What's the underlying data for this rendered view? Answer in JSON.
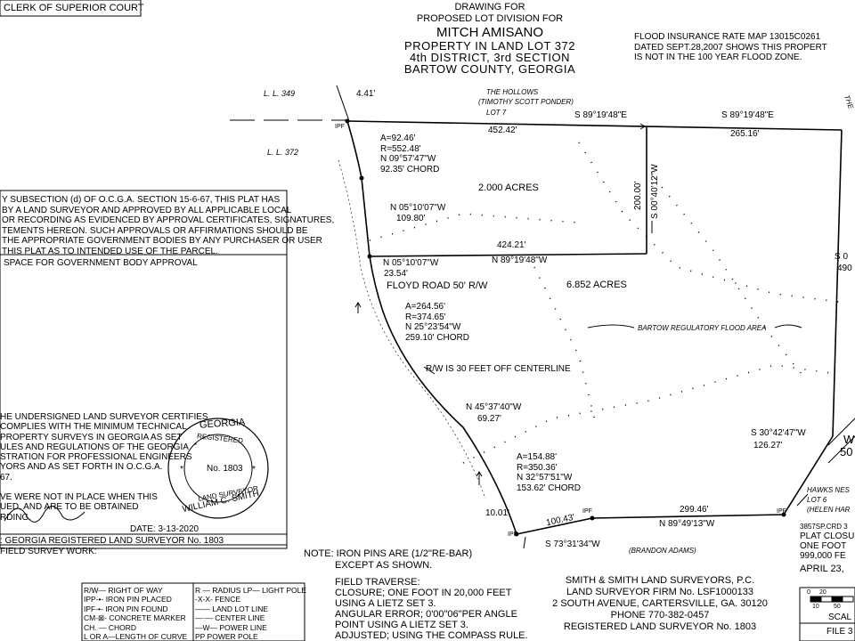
{
  "left_panel": {
    "clerk_header": "CLERK OF SUPERIOR COURT",
    "subsection_lines": [
      "Y SUBSECTION (d) OF O.C.G.A. SECTION 15-6-67, THIS PLAT HAS",
      "BY A LAND SURVEYOR AND APPROVED BY ALL APPLICABLE LOCAL",
      "OR RECORDING AS EVIDENCED BY APPROVAL CERTIFICATES, SIGNATURES,",
      "TEMENTS HEREON. SUCH APPROVALS OR AFFIRMATIONS SHOULD BE",
      "THE APPROPRIATE GOVERNMENT BODIES BY ANY PURCHASER OR USER",
      "THIS PLAT AS TO INTENDED USE OF THE PARCEL."
    ],
    "gov_space": "SPACE FOR GOVERNMENT BODY APPROVAL",
    "certify_lines": [
      "HE UNDERSIGNED LAND SURVEYOR CERTIFIES",
      "COMPLIES WITH THE MINIMUM TECHNICAL",
      "PROPERTY SURVEYS IN GEORGIA AS SET",
      "ULES AND REGULATIONS OF THE GEORGIA",
      "STRATION FOR PROFESSIONAL ENGINEERS",
      "YORS AND AS SET FORTH IN O.C.G.A.",
      "67.",
      "",
      "VE WERE NOT IN PLACE WHEN THIS",
      "UED, AND ARE TO BE OBTAINED",
      "RDING."
    ],
    "date": "DATE: 3-13-2020",
    "registered": ": GEORGIA REGISTERED LAND SURVEYOR No. 1803",
    "field_survey": "FIELD SURVEY WORK:"
  },
  "seal": {
    "top": "GEORGIA",
    "mid": "REGISTERED",
    "number": "No. 1803",
    "bottom1": "LAND SURVEYOR",
    "bottom2": "WILLIAM C. SMITH"
  },
  "title": {
    "line1": "DRAWING FOR",
    "line2": "PROPOSED LOT DIVISION FOR",
    "line3": "MITCH AMISANO",
    "line4": "PROPERTY IN LAND LOT 372",
    "line5": "4th DISTRICT, 3rd SECTION",
    "line6": "BARTOW COUNTY, GEORGIA"
  },
  "flood_note": {
    "line1": "FLOOD INSURANCE RATE MAP 13015C0261",
    "line2": "DATED SEPT.28,2007 SHOWS THIS PROPERT",
    "line3": "IS NOT IN THE 100 YEAR FLOOD ZONE."
  },
  "map_labels": {
    "ll349": "L. L. 349",
    "ll372": "L. L. 372",
    "dim_441": "4.41'",
    "ipf": "IPF",
    "hollows1": "THE HOLLOWS",
    "hollows2": "(TIMOTHY SCOTT PONDER)",
    "hollows3": "LOT 7",
    "brg_top1": "S 89°19'48\"E",
    "brg_top2": "S 89°19'48\"E",
    "dist_452": "452.42'",
    "dist_265": "265.16'",
    "curve1_a": "A=92.46'",
    "curve1_r": "R=552.48'",
    "curve1_n": "N 09°57'47\"W",
    "curve1_c": "92.35' CHORD",
    "acres1": "2.000 ACRES",
    "dist_200": "200.00'",
    "brg_s040": "S 00°40'12\"W",
    "brg_n0510a": "N 05°10'07\"W",
    "dist_109": "109.80'",
    "dist_424": "424.21'",
    "brg_n0510b": "N 05°10'07\"W",
    "dist_2354": "23.54'",
    "brg_n8919": "N 89°19'48\"W",
    "road": "FLOYD ROAD 50' R/W",
    "acres2": "6.852 ACRES",
    "curve2_a": "A=264.56'",
    "curve2_r": "R=374.65'",
    "curve2_n": "N 25°23'54\"W",
    "curve2_c": "259.10' CHORD",
    "flood_area": "BARTOW REGULATORY FLOOD AREA",
    "rw_note": "R/W IS 30 FEET OFF CENTERLINE",
    "brg_n4537": "N 45°37'40\"W",
    "dist_6927": "69.27'",
    "curve3_a": "A=154.88'",
    "curve3_r": "R=350.36'",
    "curve3_n": "N 32°57'51\"W",
    "curve3_c": "153.62' CHORD",
    "dist_1001": "10.01'",
    "dist_10043": "100.43'",
    "dist_29946": "299.46'",
    "brg_n8949": "N 89°49'13\"W",
    "brg_s7331": "S 73°31'34\"W",
    "brandon": "(BRANDON ADAMS)",
    "brg_s3042": "S 30°42'47\"W",
    "dist_12627": "126.27'",
    "right_s0": "S 0",
    "right_490": "490",
    "hawks1": "HAWKS NES",
    "hawks2": "LOT 6",
    "hawks3": "(HELEN HAR",
    "edge_the": "THE",
    "edge_w": "W",
    "edge_50": "50"
  },
  "iron_note": {
    "line1": "NOTE: IRON PINS ARE (1/2\"RE-BAR)",
    "line2": "EXCEPT AS SHOWN."
  },
  "legend": [
    [
      "R/W— RIGHT OF WAY",
      "R — RADIUS LP— LIGHT POLE"
    ],
    [
      "IPP-•- IRON PIN PLACED",
      "-X-X- FENCE"
    ],
    [
      "IPF-•- IRON PIN FOUND",
      "—— LAND LOT LINE"
    ],
    [
      "CM-⊠- CONCRETE MARKER",
      "—·— CENTER LINE"
    ],
    [
      "CH. — CHORD",
      "—W— POWER LINE"
    ],
    [
      "L OR A—LENGTH OF CURVE",
      "PP POWER POLE"
    ]
  ],
  "traverse": [
    "FIELD TRAVERSE:",
    "CLOSURE; ONE FOOT IN 20,000 FEET",
    "USING A LIETZ SET 3.",
    "ANGULAR ERROR; 0'00\"06\"PER ANGLE",
    "POINT USING A LIETZ SET 3.",
    "ADJUSTED; USING THE COMPASS RULE."
  ],
  "firm": [
    "SMITH & SMITH LAND SURVEYORS, P.C.",
    "LAND SURVEYOR FIRM No. LSF1000133",
    "2 SOUTH AVENUE, CARTERSVILLE, GA. 30120",
    "PHONE 770-382-0457",
    "REGISTERED LAND SURVEYOR No. 1803"
  ],
  "plat_info": [
    "3857SP.CRD 3",
    "PLAT CLOSU",
    "ONE FOOT",
    "999,000 FE",
    "APRIL 23,"
  ],
  "scale": {
    "n0": "0",
    "n20": "20",
    "n10": "10",
    "n50": "50",
    "label": "SCAL",
    "file": "FILE 3"
  }
}
